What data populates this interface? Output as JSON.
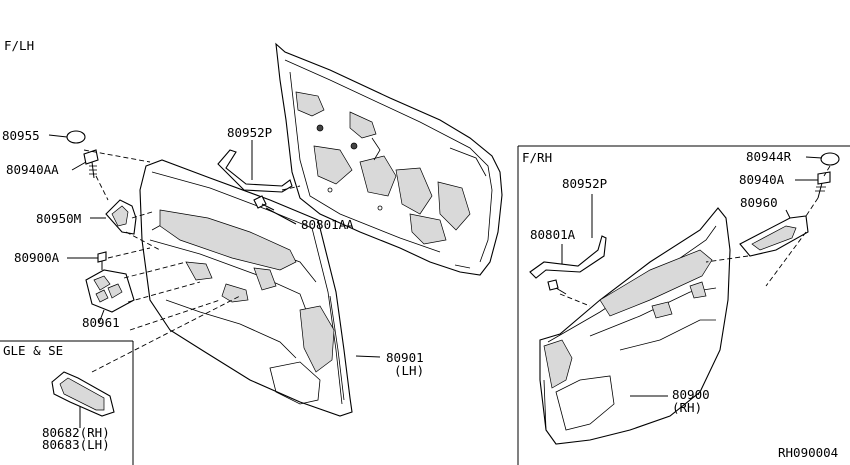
{
  "section_labels": {
    "left": "F/LH",
    "right": "F/RH",
    "inset": "GLE & SE"
  },
  "part_labels": {
    "p80955": "80955",
    "p80940AA": "80940AA",
    "p80950M": "80950M",
    "p80900A": "80900A",
    "p80961": "80961",
    "p80952P_left": "80952P",
    "p80801AA": "80801AA",
    "p80901": "80901",
    "p80901_side": "(LH)",
    "p80682": "80682(RH)",
    "p80683": "80683(LH)",
    "p80944R": "80944R",
    "p80940A": "80940A",
    "p80960": "80960",
    "p80952P_right": "80952P",
    "p80801A": "80801A",
    "p80900": "80900",
    "p80900_side": "(RH)"
  },
  "diagram_code": "RH090004"
}
